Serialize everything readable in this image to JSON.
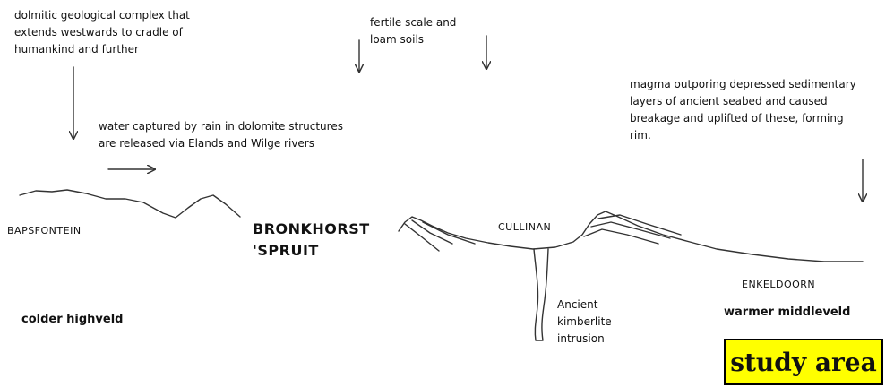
{
  "notes": {
    "dolomitic": "dolmitic geological complex that\nextends westwards to cradle of\nhumankind and further",
    "fertile": "fertile scale and\nloam soils",
    "water": "water captured by rain in dolomite structures\nare released via  Elands and Wilge rivers",
    "magma": "magma outporing depressed sedimentary\nlayers of ancient seabed and caused\nbreakage and uplifted of these, forming\nrim.",
    "kimberlite": "Ancient\nkimberlite\nintrusion"
  },
  "places": {
    "bapsfontein": "BAPSFONTEIN",
    "bronkhorst": "BRONKHORST\n'SPRUIT",
    "cullinan": "CULLINAN",
    "enkeldoorn": "ENKELDOORN"
  },
  "zones": {
    "colder": "colder highveld",
    "warmer": "warmer middleveld"
  },
  "badge": {
    "label": "study area",
    "color": "#ffff00"
  }
}
